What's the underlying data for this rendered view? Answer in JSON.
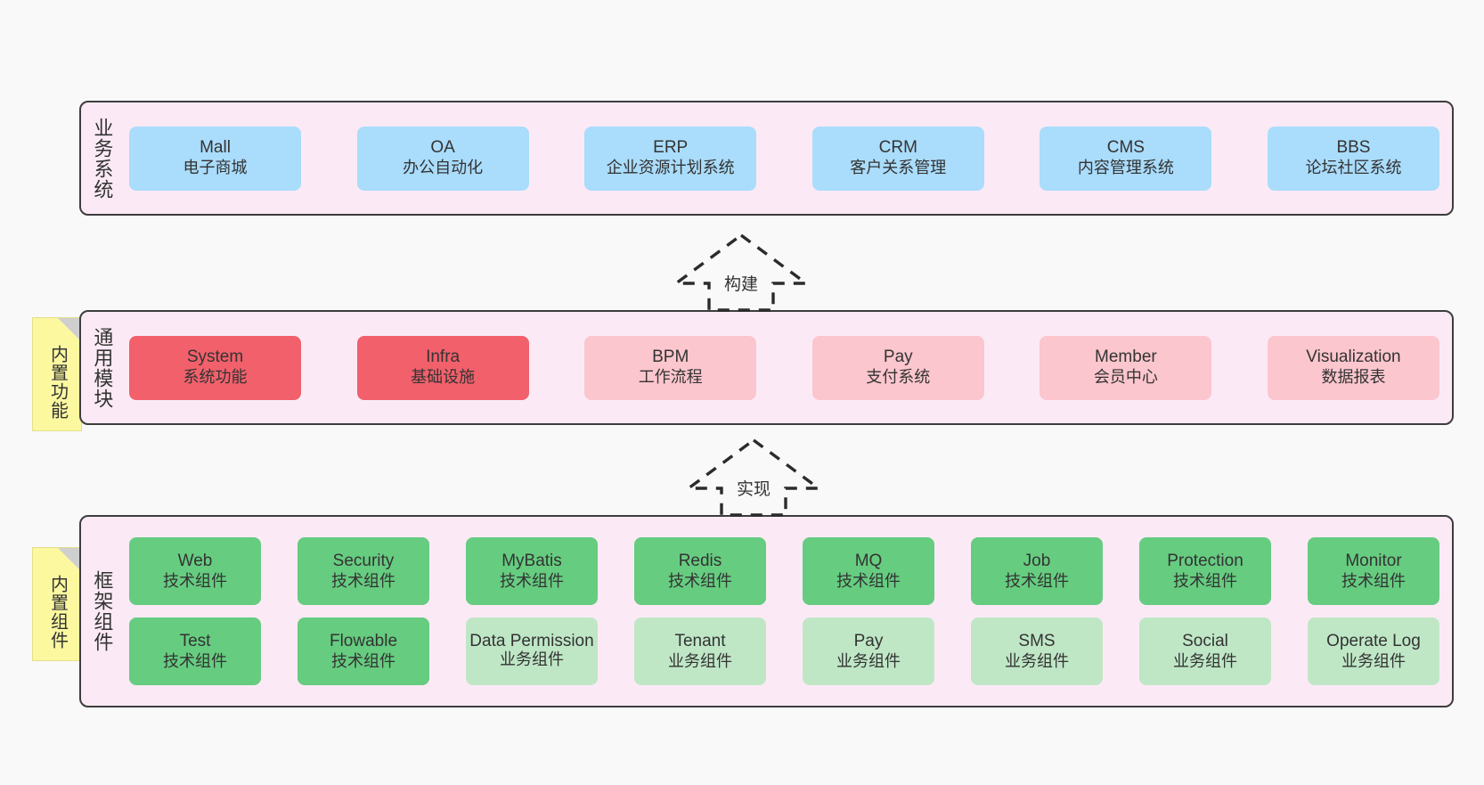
{
  "diagram": {
    "title": "",
    "background": "#f9f9f9",
    "colors": {
      "band_fill": "#fbeaf5",
      "band_border": "#3d3d3d",
      "blue": "#aadcfb",
      "red_strong": "#f1606b",
      "red_light": "#fbc6cd",
      "green_strong": "#66cc80",
      "green_light": "#bfe7c6",
      "note_fill": "#fbf8a0",
      "note_fold": "#cfcfcf"
    }
  },
  "layers": [
    {
      "id": "business-system",
      "title": "业务系统",
      "note": null,
      "rows": [
        {
          "cells": [
            {
              "en": "Mall",
              "cn": "电子商城",
              "color": "blue"
            },
            {
              "en": "OA",
              "cn": "办公自动化",
              "color": "blue"
            },
            {
              "en": "ERP",
              "cn": "企业资源计划系统",
              "color": "blue"
            },
            {
              "en": "CRM",
              "cn": "客户关系管理",
              "color": "blue"
            },
            {
              "en": "CMS",
              "cn": "内容管理系统",
              "color": "blue"
            },
            {
              "en": "BBS",
              "cn": "论坛社区系统",
              "color": "blue"
            }
          ]
        }
      ]
    },
    {
      "id": "common-module",
      "title": "通用模块",
      "note": "内置功能",
      "rows": [
        {
          "cells": [
            {
              "en": "System",
              "cn": "系统功能",
              "color": "red_strong"
            },
            {
              "en": "Infra",
              "cn": "基础设施",
              "color": "red_strong"
            },
            {
              "en": "BPM",
              "cn": "工作流程",
              "color": "red_light"
            },
            {
              "en": "Pay",
              "cn": "支付系统",
              "color": "red_light"
            },
            {
              "en": "Member",
              "cn": "会员中心",
              "color": "red_light"
            },
            {
              "en": "Visualization",
              "cn": "数据报表",
              "color": "red_light"
            }
          ]
        }
      ]
    },
    {
      "id": "framework-component",
      "title": "框架组件",
      "note": "内置组件",
      "rows": [
        {
          "cells": [
            {
              "en": "Web",
              "cn": "技术组件",
              "color": "green_strong"
            },
            {
              "en": "Security",
              "cn": "技术组件",
              "color": "green_strong"
            },
            {
              "en": "MyBatis",
              "cn": "技术组件",
              "color": "green_strong"
            },
            {
              "en": "Redis",
              "cn": "技术组件",
              "color": "green_strong"
            },
            {
              "en": "MQ",
              "cn": "技术组件",
              "color": "green_strong"
            },
            {
              "en": "Job",
              "cn": "技术组件",
              "color": "green_strong"
            },
            {
              "en": "Protection",
              "cn": "技术组件",
              "color": "green_strong"
            },
            {
              "en": "Monitor",
              "cn": "技术组件",
              "color": "green_strong"
            }
          ]
        },
        {
          "cells": [
            {
              "en": "Test",
              "cn": "技术组件",
              "color": "green_strong"
            },
            {
              "en": "Flowable",
              "cn": "技术组件",
              "color": "green_strong"
            },
            {
              "en": "Data Permission",
              "cn": "业务组件",
              "color": "green_light"
            },
            {
              "en": "Tenant",
              "cn": "业务组件",
              "color": "green_light"
            },
            {
              "en": "Pay",
              "cn": "业务组件",
              "color": "green_light"
            },
            {
              "en": "SMS",
              "cn": "业务组件",
              "color": "green_light"
            },
            {
              "en": "Social",
              "cn": "业务组件",
              "color": "green_light"
            },
            {
              "en": "Operate Log",
              "cn": "业务组件",
              "color": "green_light"
            }
          ]
        }
      ]
    }
  ],
  "connectors": [
    {
      "id": "build",
      "label": "构建"
    },
    {
      "id": "implement",
      "label": "实现"
    }
  ]
}
